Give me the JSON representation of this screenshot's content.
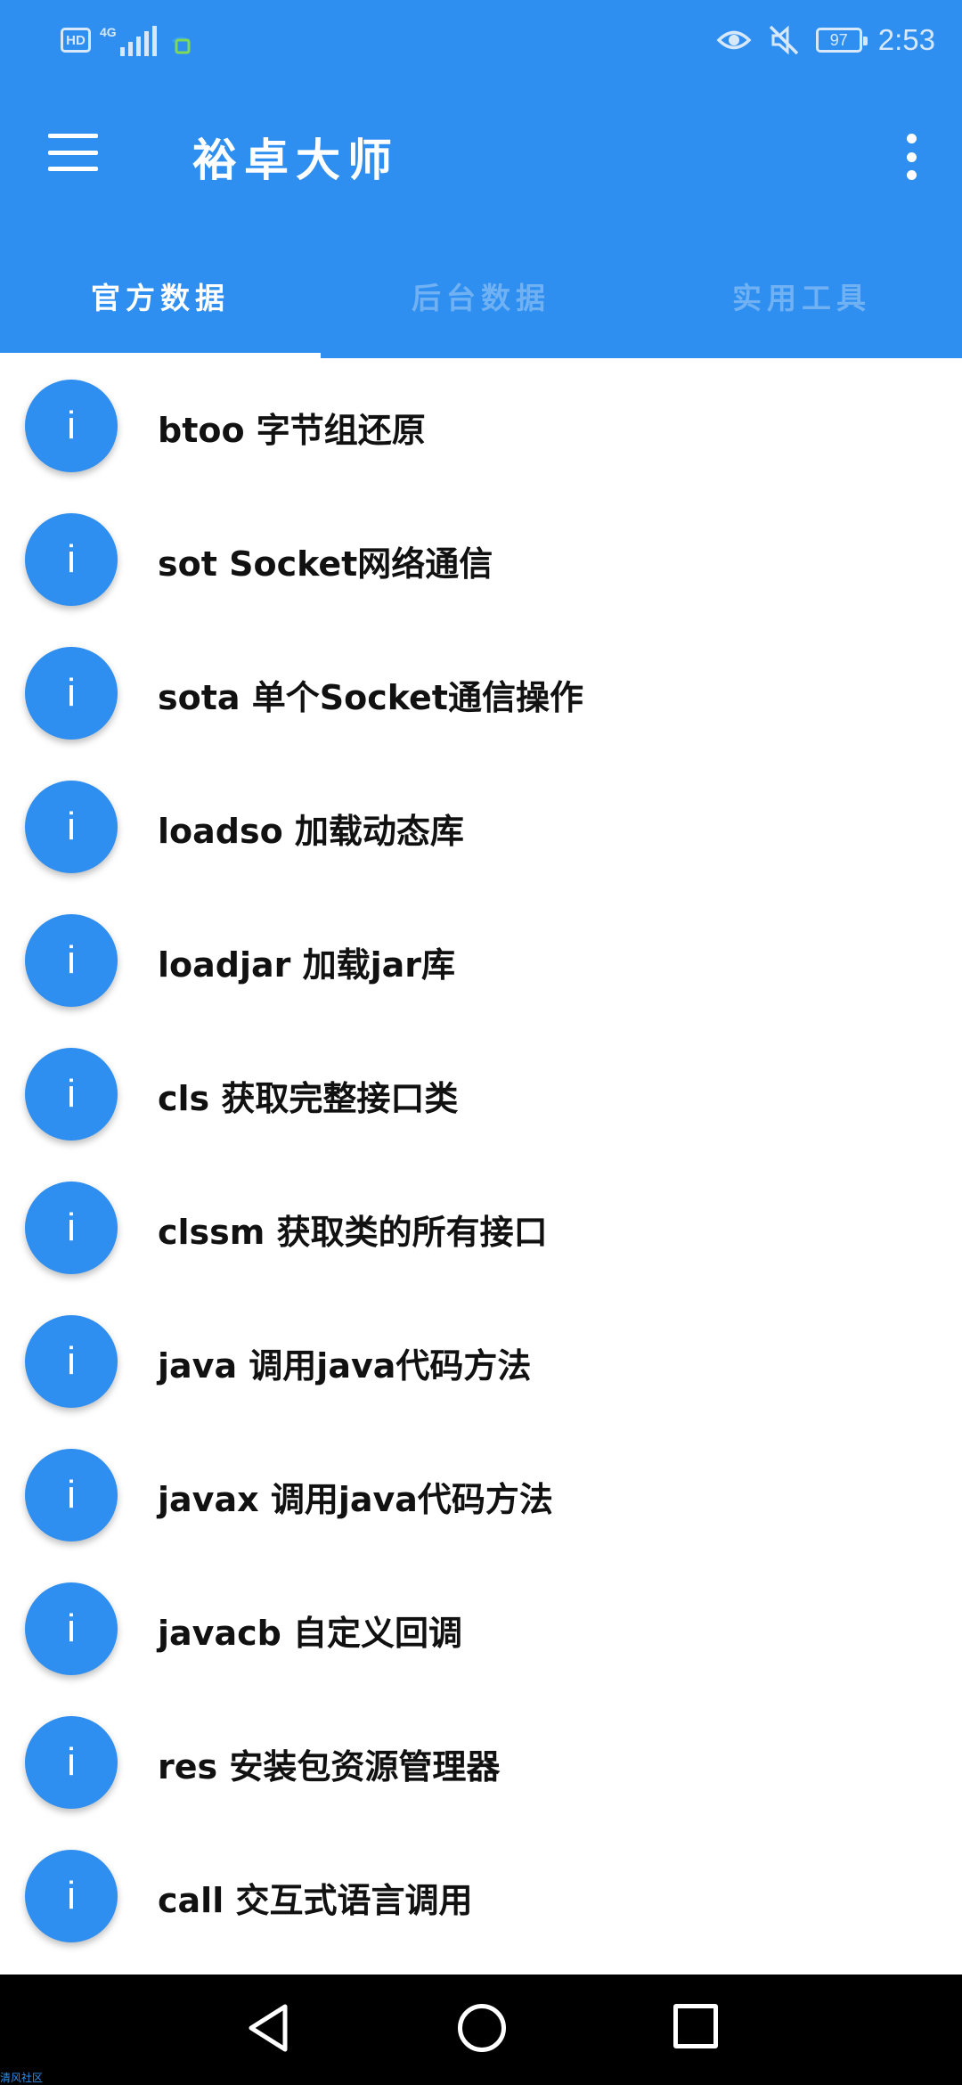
{
  "status_bar": {
    "hd_label": "HD",
    "network_type": "4G",
    "battery_level": "97",
    "time": "2:53",
    "icons": [
      "signal-icon",
      "wifi-lock-icon",
      "eye-icon",
      "mute-icon",
      "battery-icon"
    ]
  },
  "toolbar": {
    "title": "裕卓大师",
    "menu_icon": "hamburger-menu-icon",
    "overflow_icon": "more-vert-icon"
  },
  "tabs": [
    {
      "label": "官方数据",
      "active": true
    },
    {
      "label": "后台数据",
      "active": false
    },
    {
      "label": "实用工具",
      "active": false
    }
  ],
  "list": {
    "icon_glyph": "i",
    "items": [
      {
        "label": "btoo 字节组还原"
      },
      {
        "label": "sot Socket网络通信"
      },
      {
        "label": "sota 单个Socket通信操作"
      },
      {
        "label": "loadso 加载动态库"
      },
      {
        "label": "loadjar 加载jar库"
      },
      {
        "label": "cls 获取完整接口类"
      },
      {
        "label": "clssm 获取类的所有接口"
      },
      {
        "label": "java 调用java代码方法"
      },
      {
        "label": "javax 调用java代码方法"
      },
      {
        "label": "javacb 自定义回调"
      },
      {
        "label": "res 安装包资源管理器"
      },
      {
        "label": "call 交互式语言调用"
      }
    ]
  },
  "nav_bar": {
    "icons": [
      "back-icon",
      "home-icon",
      "recents-icon"
    ]
  },
  "watermark": "清风社区",
  "colors": {
    "primary": "#2f8ff0",
    "tab_inactive": "#6fb1f3",
    "nav_bg": "#000000"
  }
}
